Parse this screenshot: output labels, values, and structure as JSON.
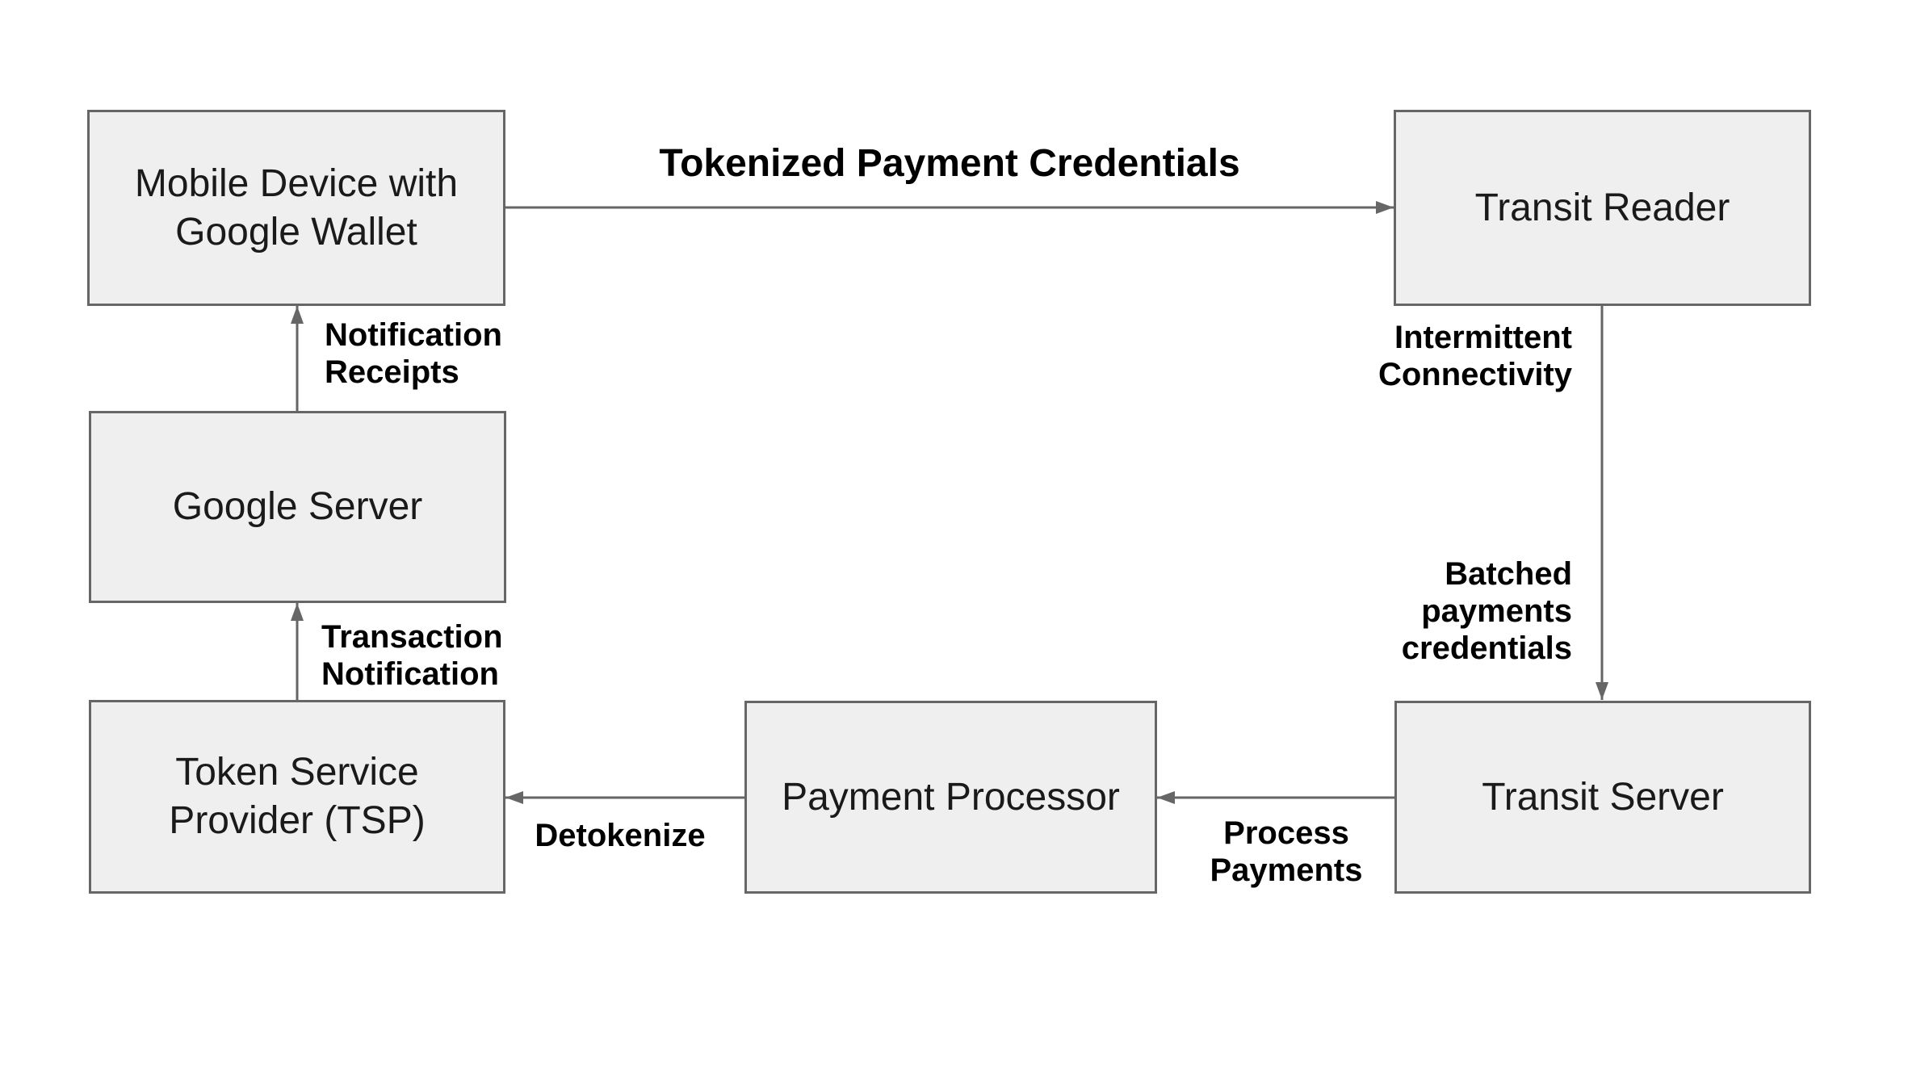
{
  "diagram": {
    "nodes": {
      "mobile_device": {
        "label": "Mobile Device with\nGoogle Wallet"
      },
      "transit_reader": {
        "label": "Transit Reader"
      },
      "google_server": {
        "label": "Google Server"
      },
      "token_service_provider": {
        "label": "Token Service\nProvider (TSP)"
      },
      "payment_processor": {
        "label": "Payment Processor"
      },
      "transit_server": {
        "label": "Transit Server"
      }
    },
    "edge_labels": {
      "tokenized_payment_credentials": "Tokenized Payment Credentials",
      "notification_receipts": "Notification\nReceipts",
      "transaction_notification": "Transaction\nNotification",
      "intermittent_connectivity": "Intermittent\nConnectivity",
      "batched_payments_credentials": "Batched\npayments\ncredentials",
      "process_payments": "Process\nPayments",
      "detokenize": "Detokenize"
    },
    "colors": {
      "node_fill": "#efefef",
      "node_border": "#666666",
      "arrow": "#666666",
      "label_text": "#000000",
      "background": "#ffffff"
    }
  }
}
